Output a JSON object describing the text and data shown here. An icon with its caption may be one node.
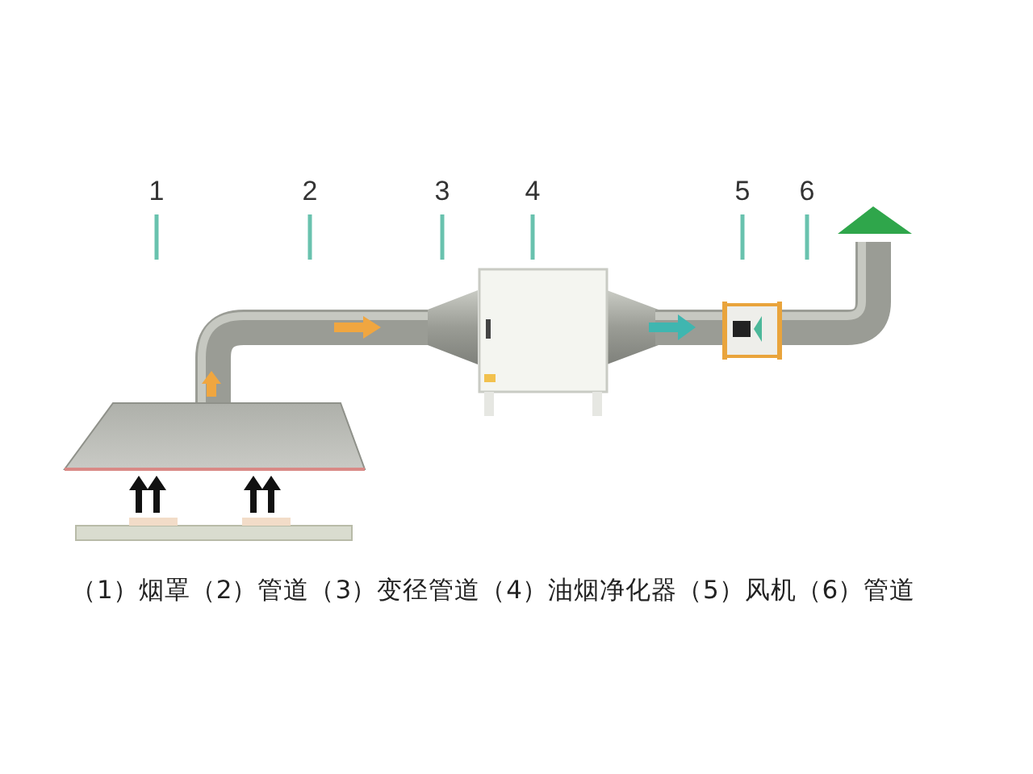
{
  "diagram": {
    "caption": "（1）烟罩（2）管道（3）变径管道（4）油烟净化器（5）风机（6）管道",
    "nodes": [
      {
        "text": [
          "1"
        ]
      },
      {
        "text": [
          "2"
        ]
      },
      {
        "text": [
          "3"
        ]
      },
      {
        "text": [
          "4"
        ]
      },
      {
        "text": [
          "5"
        ]
      },
      {
        "text": [
          "6"
        ]
      }
    ],
    "edges": [
      {
        "from": 0,
        "to": null,
        "arrow": "none"
      },
      {
        "from": 1,
        "to": null,
        "arrow": "none"
      },
      {
        "from": 2,
        "to": null,
        "arrow": "none"
      },
      {
        "from": 3,
        "to": null,
        "arrow": "none"
      },
      {
        "from": 4,
        "to": null,
        "arrow": "none"
      },
      {
        "from": 5,
        "to": null,
        "arrow": "none"
      }
    ]
  }
}
